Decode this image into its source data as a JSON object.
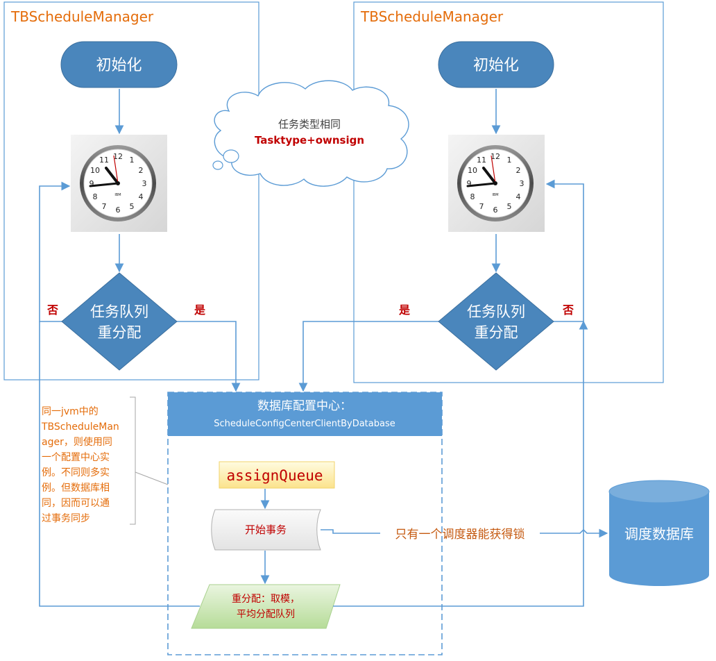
{
  "left_manager": {
    "title": "TBScheduleManager",
    "init_label": "初始化",
    "decision_line1": "任务队列",
    "decision_line2": "重分配",
    "yes_label": "是",
    "no_label": "否"
  },
  "right_manager": {
    "title": "TBScheduleManager",
    "init_label": "初始化",
    "decision_line1": "任务队列",
    "decision_line2": "重分配",
    "yes_label": "是",
    "no_label": "否"
  },
  "cloud": {
    "line1": "任务类型相同",
    "line2": "Tasktype+ownsign"
  },
  "config_center": {
    "title": "数据库配置中心：",
    "subtitle": "ScheduleConfigCenterClientByDatabase",
    "assign_label": "assignQueue",
    "transaction_label": "开始事务",
    "realloc_line1": "重分配：取模，",
    "realloc_line2": "平均分配队列"
  },
  "lock_label": "只有一个调度器能获得锁",
  "database_label": "调度数据库",
  "note_lines": [
    "同一jvm中的",
    "TBScheduleMan",
    "ager，则使用同",
    "一个配置中心实",
    "例。不同则多实",
    "例。但数据库相",
    "同，因而可以通",
    "过事务同步"
  ],
  "colors": {
    "accent": "#5b9bd5",
    "node_fill": "#4a86bc",
    "title": "#e46c0a",
    "highlight": "#c00000"
  }
}
